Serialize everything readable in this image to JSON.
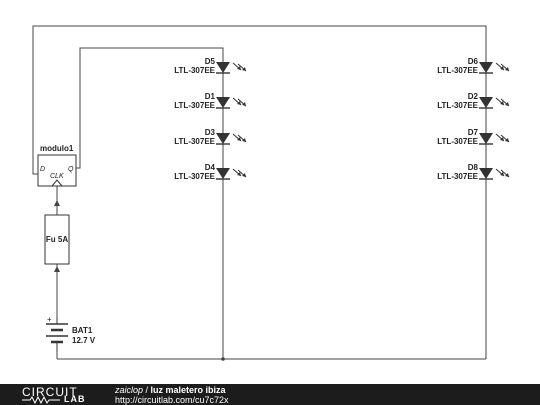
{
  "module": {
    "name": "modulo1",
    "pin_d": "D",
    "pin_q": "Q",
    "pin_clk": "CLK"
  },
  "fuse": {
    "label": "Fu 5A"
  },
  "battery": {
    "name": "BAT1",
    "voltage": "12.7 V",
    "plus": "+"
  },
  "leds": [
    {
      "id": "D5",
      "part": "LTL-307EE"
    },
    {
      "id": "D1",
      "part": "LTL-307EE"
    },
    {
      "id": "D3",
      "part": "LTL-307EE"
    },
    {
      "id": "D4",
      "part": "LTL-307EE"
    },
    {
      "id": "D6",
      "part": "LTL-307EE"
    },
    {
      "id": "D2",
      "part": "LTL-307EE"
    },
    {
      "id": "D7",
      "part": "LTL-307EE"
    },
    {
      "id": "D8",
      "part": "LTL-307EE"
    }
  ],
  "footer": {
    "logo_top": "CIRCUIT",
    "logo_bottom": "LAB",
    "author": "zaiclop",
    "separator": " / ",
    "title": "luz maletero ibiza",
    "url": "http://circuitlab.com/cu7c72x"
  },
  "colors": {
    "wire": "#444444",
    "component": "#333333",
    "footer_bg": "#1c1c1c"
  }
}
